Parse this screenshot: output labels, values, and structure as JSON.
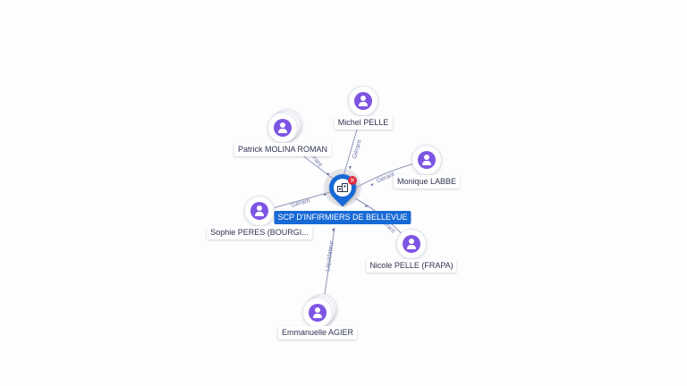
{
  "company": {
    "name": "SCP D'INFIRMIERS DE BELLEVUE",
    "accent": "#1769d6",
    "badge": "×"
  },
  "people": [
    {
      "id": "michel",
      "name": "Michel PELLE",
      "role": "Gérant",
      "icon": "person-icon"
    },
    {
      "id": "patrick",
      "name": "Patrick MOLINA ROMAN",
      "role": "Gérant",
      "icon": "person-icon"
    },
    {
      "id": "monique",
      "name": "Monique LABBE",
      "role": "Gérant",
      "icon": "person-icon"
    },
    {
      "id": "sophie",
      "name": "Sophie PERES (BOURGI...",
      "role": "Gérant",
      "icon": "person-icon"
    },
    {
      "id": "nicole",
      "name": "Nicole PELLE (FRAPA)",
      "role": "Gérant",
      "icon": "person-icon"
    },
    {
      "id": "emmanuelle",
      "name": "Emmanuelle AGIER",
      "role": "Liquidateur",
      "icon": "person-icon"
    }
  ],
  "colors": {
    "person": "#7d55e3",
    "edge": "#8e95b8",
    "edge_label": "#7277a8",
    "close_badge": "#e0283c"
  }
}
